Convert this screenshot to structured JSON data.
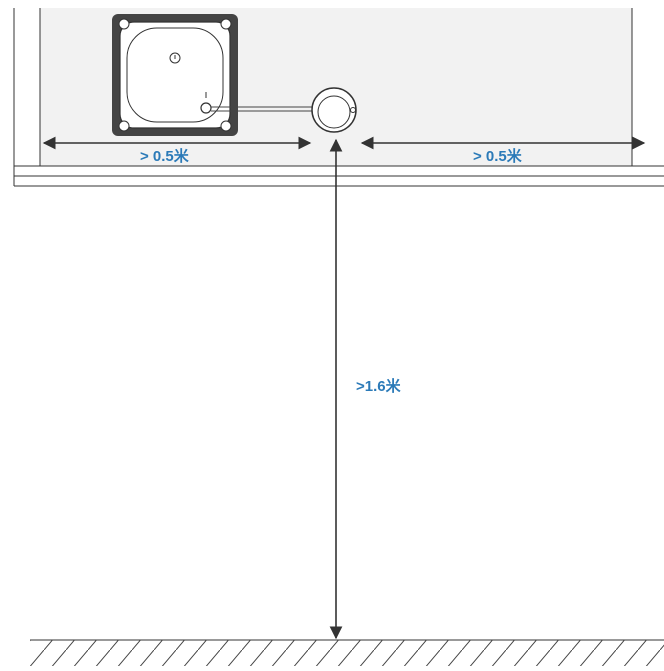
{
  "labels": {
    "left_gap": "> 0.5米",
    "right_gap": "> 0.5米",
    "height": ">1.6米"
  },
  "colors": {
    "label": "#2b7ab8",
    "line": "#333333",
    "wall": "#f2f2f2"
  },
  "icons": {
    "robot": "window-cleaning-robot-icon",
    "cord_reel": "safety-cord-reel-icon",
    "power_button": "power-icon"
  }
}
